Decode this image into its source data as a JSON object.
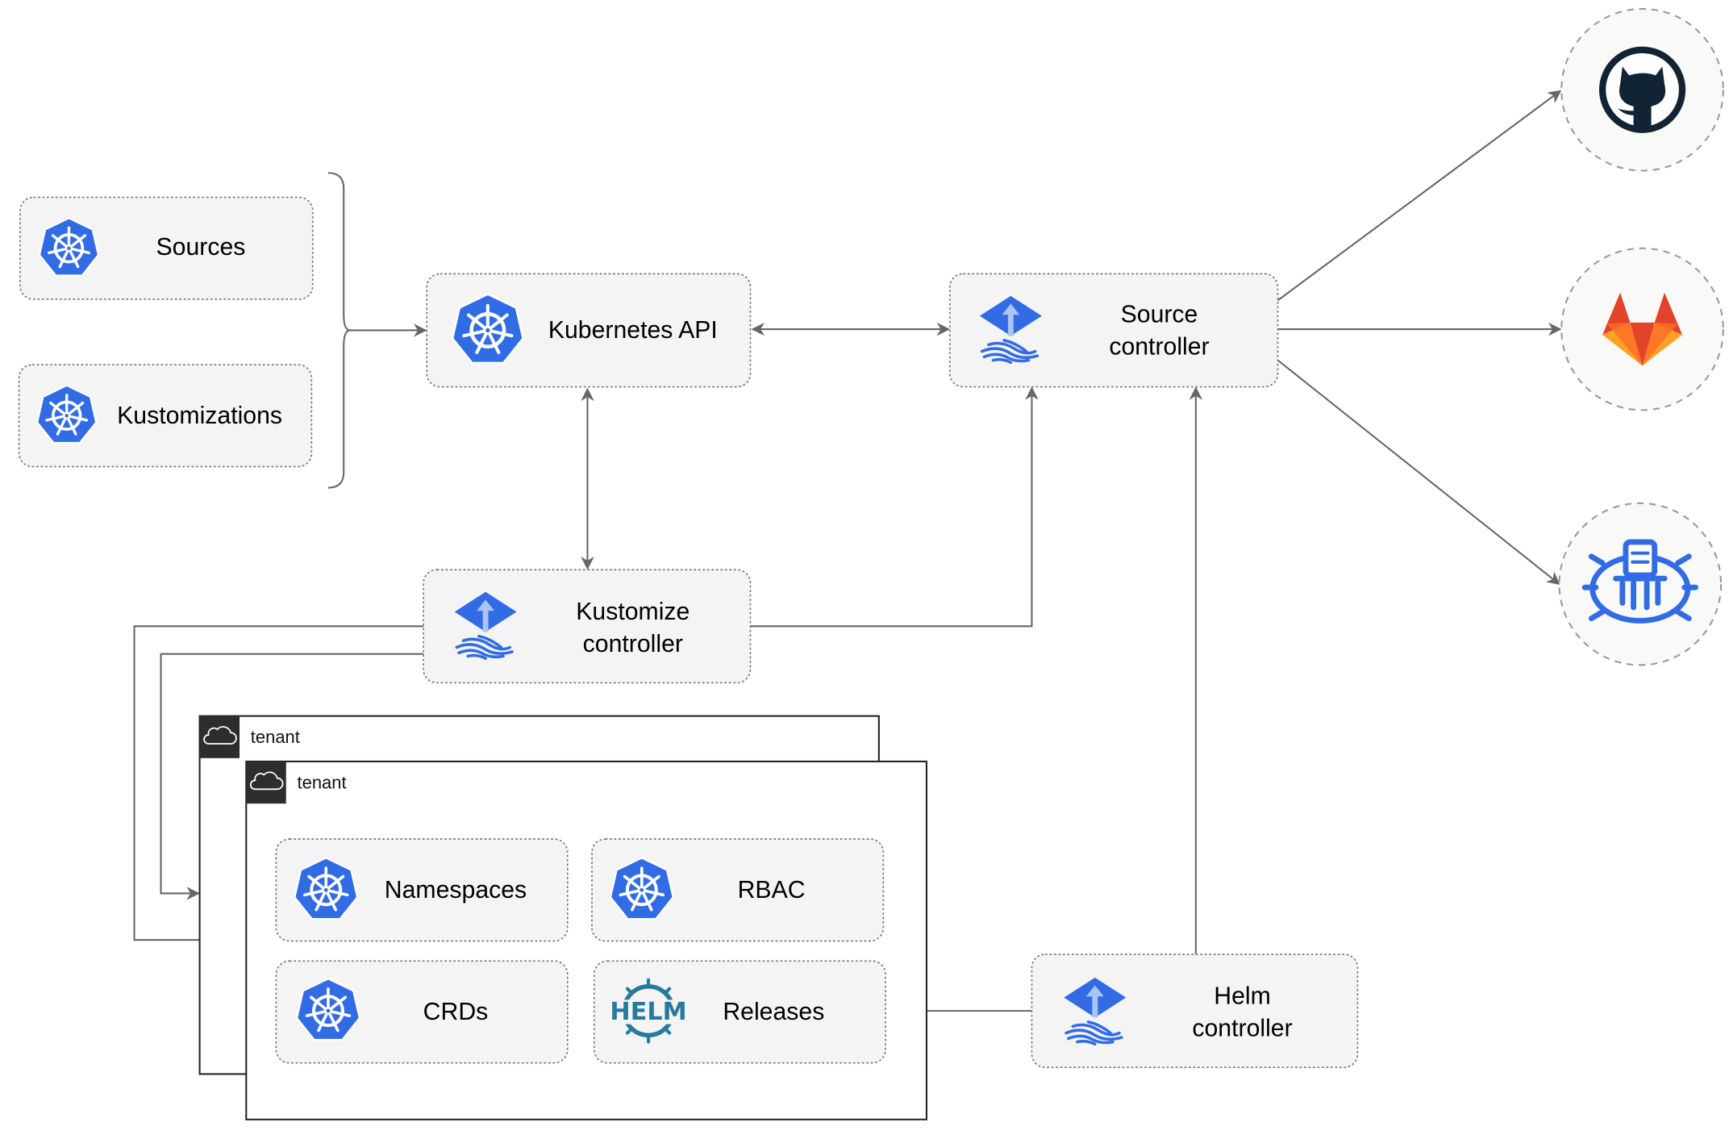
{
  "nodes": {
    "sources": "Sources",
    "kustomizations": "Kustomizations",
    "kubernetes_api": "Kubernetes API",
    "source_controller": [
      "Source",
      "controller"
    ],
    "kustomize_controller": [
      "Kustomize",
      "controller"
    ],
    "helm_controller": [
      "Helm",
      "controller"
    ],
    "namespaces": "Namespaces",
    "rbac": "RBAC",
    "crds": "CRDs",
    "releases": "Releases"
  },
  "tenants": [
    "tenant",
    "tenant"
  ],
  "icons": {
    "helm_wordmark": "HELM",
    "external": [
      "github-icon",
      "gitlab-icon",
      "bucket-icon"
    ]
  },
  "colors": {
    "kubernetes_blue": "#326ce5",
    "helm_teal": "#277a9f",
    "github_dark": "#112433",
    "gitlab_orange": "#e24329",
    "gitlab_light": "#fca326",
    "edge_gray": "#666666"
  }
}
